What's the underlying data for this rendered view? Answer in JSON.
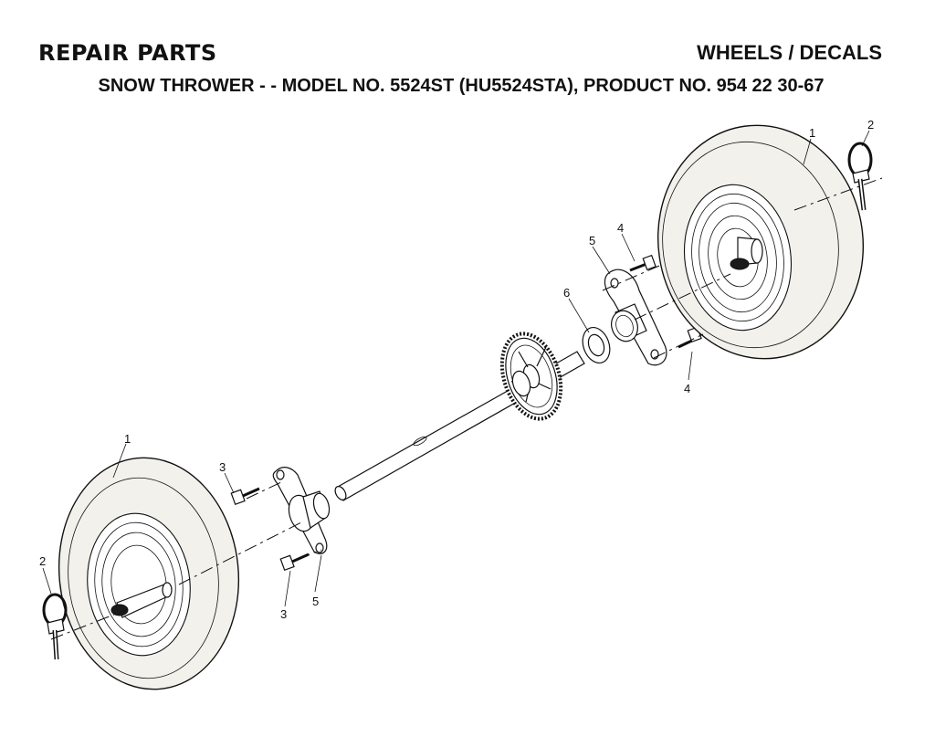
{
  "header": {
    "title_left": "REPAIR PARTS",
    "title_right": "WHEELS / DECALS",
    "subtitle": "SNOW THROWER - - MODEL NO. 5524ST (HU5524STA), PRODUCT NO. 954 22 30-67"
  },
  "callouts": {
    "c1_right": "1",
    "c2_right": "2",
    "c4_top": "4",
    "c5_top": "5",
    "c6": "6",
    "c4_bottom": "4",
    "c1_left": "1",
    "c3_top": "3",
    "c2_left": "2",
    "c3_bottom": "3",
    "c5_bottom": "5"
  }
}
